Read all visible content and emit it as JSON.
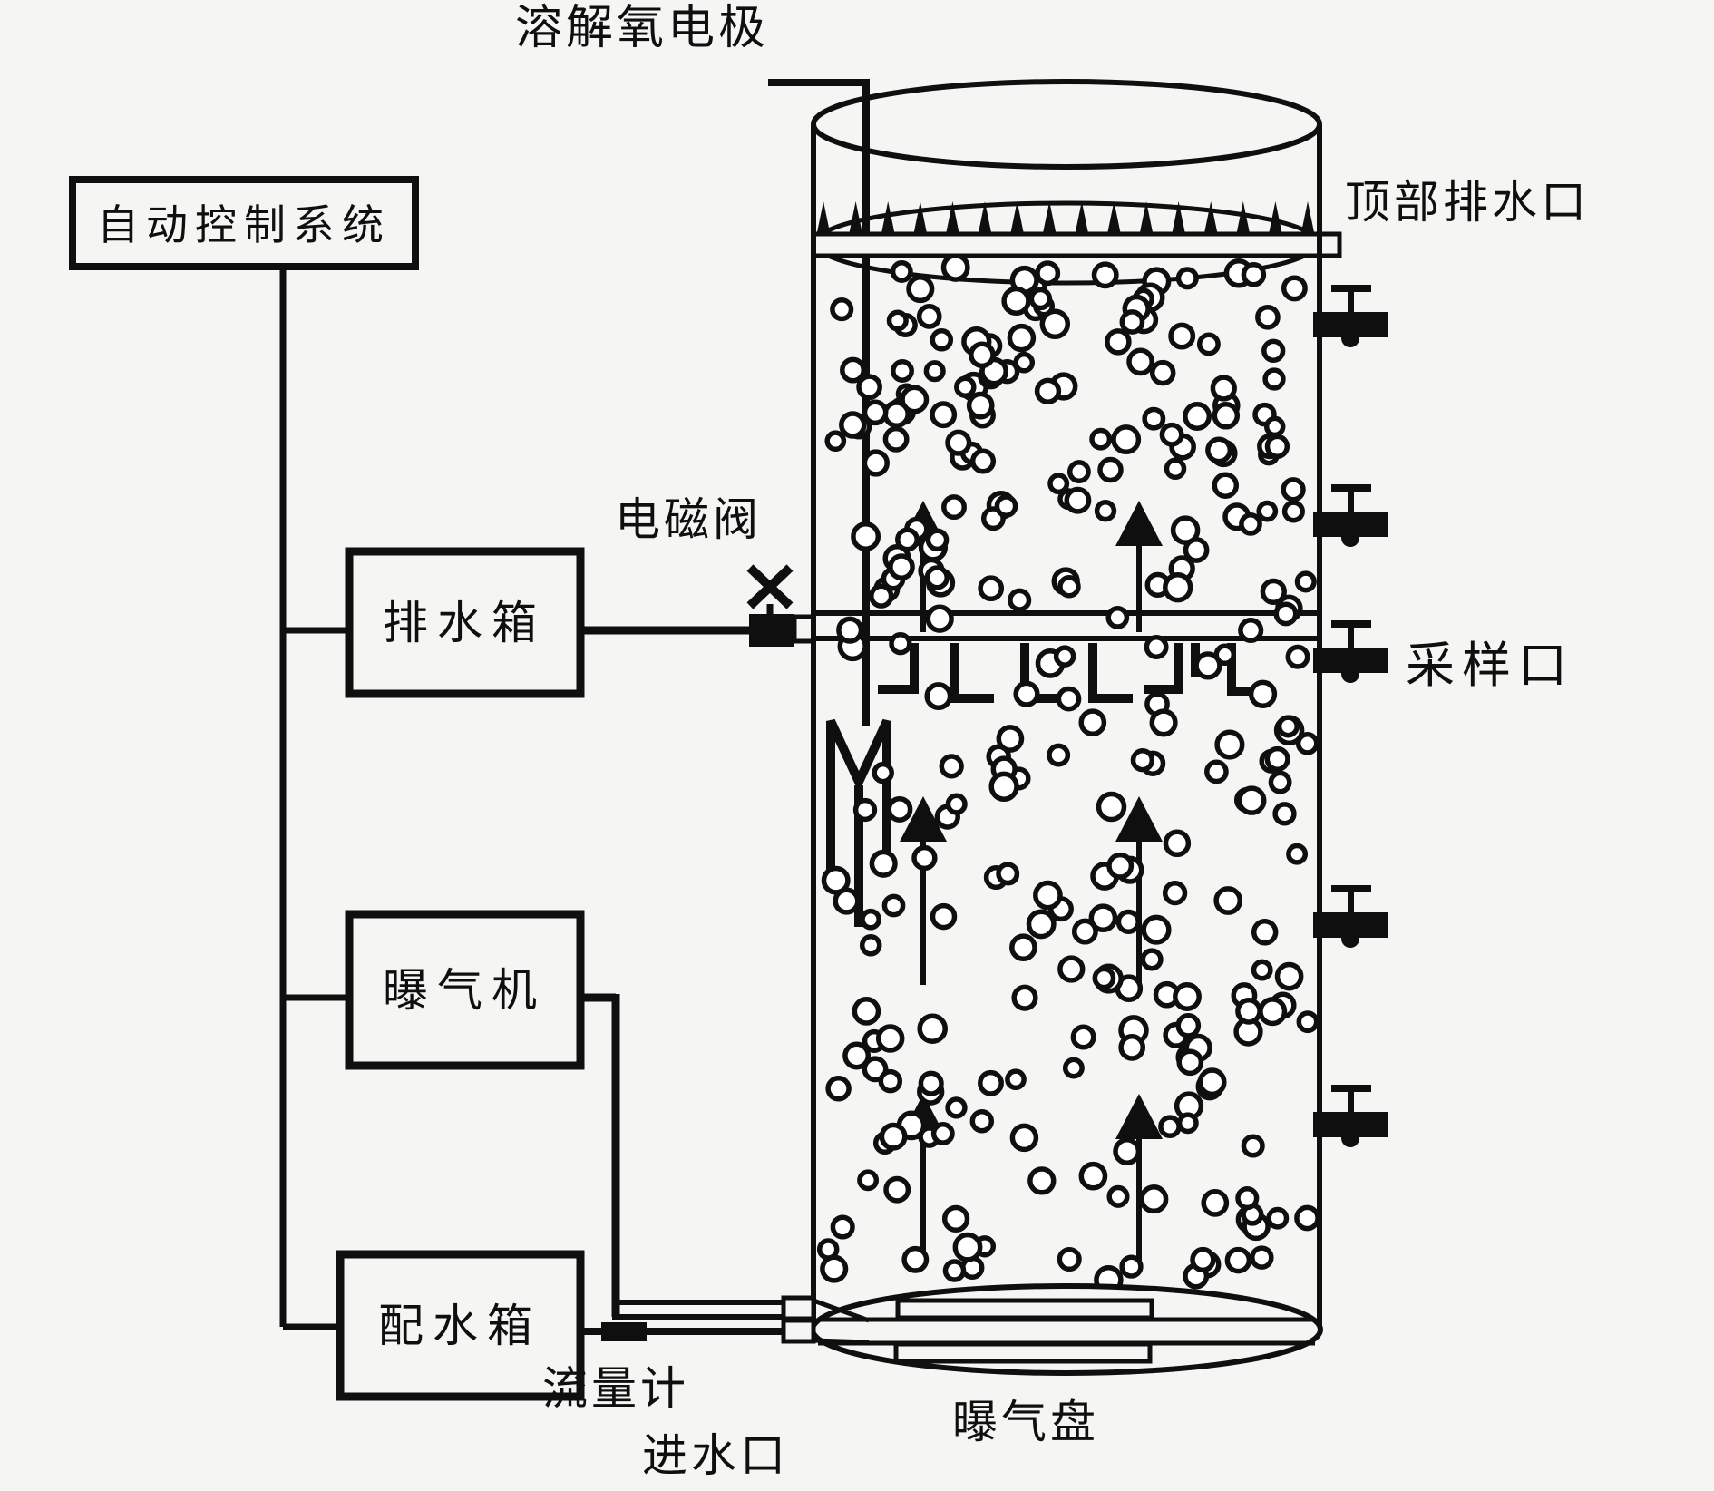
{
  "diagram": {
    "background": "#f5f5f3",
    "ink": "#0f0f0f",
    "labels": {
      "do_electrode": "溶解氧电极",
      "auto_control_system": "自动控制系统",
      "top_drain_outlet": "顶部排水口",
      "solenoid_valve": "电磁阀",
      "drain_tank": "排水箱",
      "sampling_port": "采样口",
      "aerator": "曝气机",
      "distribution_tank": "配水箱",
      "flow_meter": "流量计",
      "water_inlet": "进水口",
      "aeration_disc": "曝气盘"
    },
    "tank": {
      "right_valve_count": 5,
      "surface_spike_count": 16,
      "up_arrow_count": 6,
      "carrier_hook_count": 6
    }
  }
}
